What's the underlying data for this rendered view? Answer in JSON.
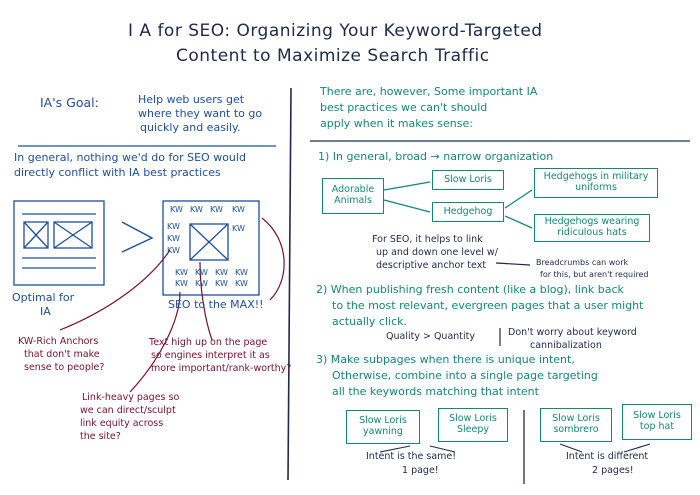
{
  "title": {
    "line1": "I A  for  SEO:  Organizing  Your  Keyword-Targeted",
    "line2": "Content  to  Maximize  Search  Traffic"
  },
  "left": {
    "goal_label": "IA's Goal:",
    "goal_text_1": "Help web users get",
    "goal_text_2": "where they want to go",
    "goal_text_3": "quickly and easily.",
    "general_1": "In general, nothing we'd do for SEO would",
    "general_2": "directly conflict with IA best practices",
    "optimal_1": "Optimal for",
    "optimal_2": "IA",
    "seo_max": "SEO to the MAX!!",
    "kw": "KW",
    "anchors_1": "KW-Rich Anchors",
    "anchors_2": "that don't make",
    "anchors_3": "sense to people?",
    "text_high_1": "Text high up on the page",
    "text_high_2": "so engines interpret it as",
    "text_high_3": "more important/rank-worthy?",
    "link_heavy_1": "Link-heavy pages so",
    "link_heavy_2": "we can direct/sculpt",
    "link_heavy_3": "link equity across",
    "link_heavy_4": "the site?"
  },
  "right": {
    "intro_1": "There are, however, Some important IA",
    "intro_2": "best practices we can't should",
    "intro_3": "apply when it makes sense:",
    "p1": "1) In general, broad → narrow organization",
    "node_adorable": "Adorable\nAnimals",
    "node_slow_loris": "Slow Loris",
    "node_hedgehog": "Hedgehog",
    "node_military": "Hedgehogs in military\nuniforms",
    "node_ridiculous": "Hedgehogs wearing\nridiculous hats",
    "p1_note_1": "For SEO, it helps to link",
    "p1_note_2": "up and down one level w/",
    "p1_note_3": "descriptive anchor text",
    "breadcrumbs_1": "Breadcrumbs can work",
    "breadcrumbs_2": "for this, but aren't required",
    "p2_1": "2) When publishing fresh content (like a blog), link back",
    "p2_2": "to the most relevant, evergreen pages that a user might",
    "p2_3": "actually click.",
    "quality": "Quality > Quantity",
    "dont_worry_1": "Don't worry about keyword",
    "dont_worry_2": "cannibalization",
    "p3_1": "3) Make subpages when there is unique intent,",
    "p3_2": "Otherwise, combine into a single page targeting",
    "p3_3": "all the keywords matching that intent",
    "b_yawning": "Slow Loris\nyawning",
    "b_sleepy": "Slow Loris\nSleepy",
    "b_sombrero": "Slow Loris\nsombrero",
    "b_tophat": "Slow Loris\ntop hat",
    "same_1": "Intent is the same!",
    "same_2": "1 page!",
    "diff_1": "Intent is different",
    "diff_2": "2 pages!"
  },
  "colors": {
    "navy": "#1f2a4a",
    "blue": "#1e4fa0",
    "teal": "#128a73",
    "maroon": "#7a1030"
  }
}
